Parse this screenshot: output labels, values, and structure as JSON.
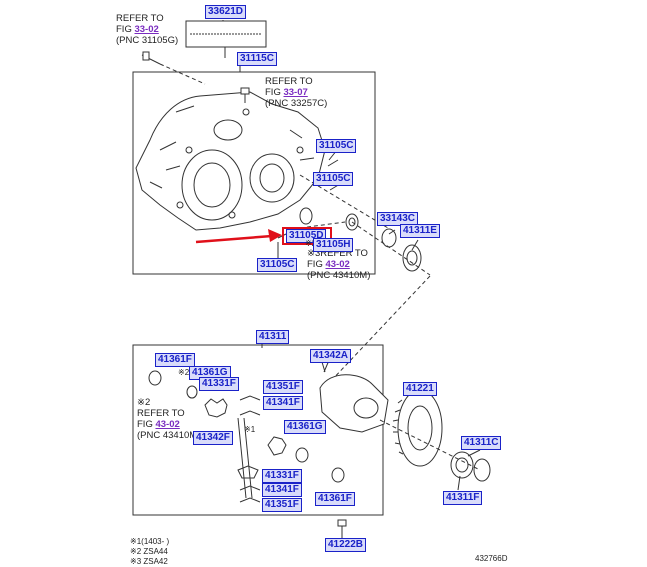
{
  "colors": {
    "label": "#1a22c8",
    "label_bg": "#d9dcfa",
    "fig_link": "#7a2cc0",
    "highlight": "#e0101a",
    "line": "#333333"
  },
  "labels": {
    "p33621D": "33621D",
    "p31115C": "31115C",
    "p31105C_a": "31105C",
    "p31105C_b": "31105C",
    "p31105C_c": "31105C",
    "p31105D": "31105D",
    "p31105H": "31105H",
    "p33143C": "33143C",
    "p41311E": "41311E",
    "p41311": "41311",
    "p41342A": "41342A",
    "p41361F_a": "41361F",
    "p41361G_a": "41361G",
    "p41331F_a": "41331F",
    "p41351F_a": "41351F",
    "p41341F_a": "41341F",
    "p41342F": "41342F",
    "p41361G_b": "41361G",
    "p41331F_b": "41331F",
    "p41341F_b": "41341F",
    "p41351F_b": "41351F",
    "p41361F_b": "41361F",
    "p41221": "41221",
    "p41311C": "41311C",
    "p41311F": "41311F",
    "p41222B": "41222B"
  },
  "refs": {
    "r1": {
      "line1": "REFER TO",
      "fig_prefix": "FIG ",
      "fig": "33-02",
      "pnc": "(PNC 31105G)"
    },
    "r2": {
      "line1": "REFER TO",
      "fig_prefix": "FIG ",
      "fig": "33-07",
      "pnc": "(PNC 33257C)"
    },
    "r3": {
      "mark": "※3",
      "line1": "REFER TO",
      "fig_prefix": "FIG ",
      "fig": "43-02",
      "pnc": "(PNC 43410M)"
    },
    "r4": {
      "mark": "※2",
      "line1": "REFER TO",
      "fig_prefix": "FIG ",
      "fig": "43-02",
      "pnc": "(PNC 43410M)"
    }
  },
  "marks": {
    "m_41361F": "※2",
    "m_41342F": "※1",
    "m_31105H": "※2"
  },
  "footnotes": [
    "※1(1403-      )",
    "※2  ZSA44",
    "※3  ZSA42"
  ],
  "figure_id": "432766D"
}
